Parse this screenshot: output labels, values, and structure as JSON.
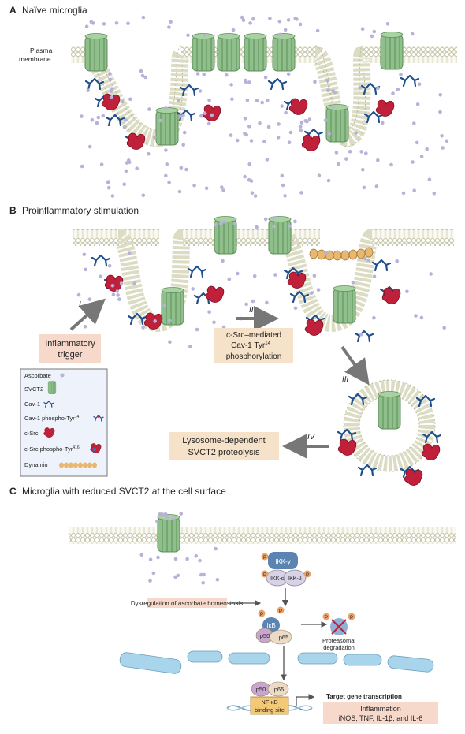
{
  "panels": {
    "a": {
      "letter": "A",
      "title": "Naïve microglia"
    },
    "b": {
      "letter": "B",
      "title": "Proinflammatory stimulation"
    },
    "c": {
      "letter": "C",
      "title": "Microglia with reduced SVCT2 at the cell surface"
    }
  },
  "membrane_label_line1": "Plasma",
  "membrane_label_line2": "membrane",
  "steps": {
    "i": "I",
    "ii": "II",
    "iii": "III",
    "iv": "IV"
  },
  "boxes": {
    "trigger_line1": "Inflammatory",
    "trigger_line2": "trigger",
    "csrc_line1": "c-Src–mediated",
    "csrc_line2": "Cav-1 Tyr",
    "csrc_sup": "14",
    "csrc_line3": "phosphorylation",
    "lyso_line1": "Lysosome-dependent",
    "lyso_line2": "SVCT2 proteolysis",
    "dysreg": "Dysregulation of ascorbate homeostasis",
    "inflammation_title": "Inflammation",
    "inflammation_list": "iNOS, TNF, IL-1β, and IL-6"
  },
  "legend": {
    "ascorbate": "Ascorbate",
    "svct2": "SVCT2",
    "cav1": "Cav-1",
    "cav1_phospho": "Cav-1 phospho-Tyr",
    "cav1_phospho_sup": "14",
    "csrc": "c-Src",
    "csrc_phospho": "c-Src phospho-Tyr",
    "csrc_phospho_sup": "416",
    "dynamin": "Dynamin"
  },
  "nfkb": {
    "ikk_gamma": "IKK-γ",
    "ikk_alpha": "IKK-α",
    "ikk_beta": "IKK-β",
    "p": "P",
    "ikb": "IκB",
    "p50": "p50",
    "p65": "p65",
    "proteasomal_line1": "Proteasomal",
    "proteasomal_line2": "degradation",
    "site_line1": "NF-κB",
    "site_line2": "binding site",
    "target": "Target gene transcription"
  },
  "colors": {
    "membrane": "#d8d9b8",
    "svct2": "#8fbf8a",
    "cav": "#1f4e8c",
    "csrc": "#c0203a",
    "ascorbate": "#b8b2d8",
    "dynamin": "#e8b870",
    "label_box": "#f7d9cc",
    "label_box_tan": "#f6e2c8",
    "nucleus": "#a8d4ec",
    "legend_bg": "#eef3fb"
  }
}
